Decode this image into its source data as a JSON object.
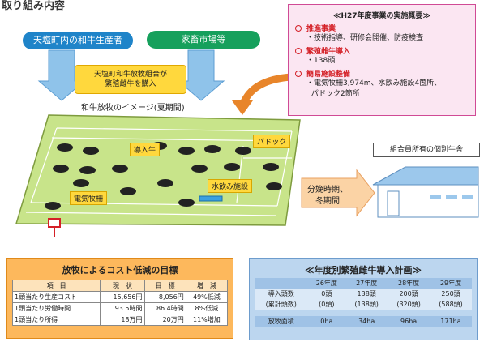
{
  "heading": "取り組み内容",
  "producers_label": "天塩町内の和牛生産者",
  "market_label": "家畜市場等",
  "bubble": {
    "line1": "天塩町和牛放牧組合が",
    "line2": "繁殖雌牛を購入"
  },
  "pasture_label": "和牛放牧のイメージ(夏期間)",
  "summary": {
    "title": "≪H27年度事業の実施概要≫",
    "sections": [
      {
        "heading": "推進事業",
        "items": [
          "技術指導、研修会開催、防疫検査"
        ]
      },
      {
        "heading": "繁殖雌牛導入",
        "items": [
          "138頭"
        ]
      },
      {
        "heading": "簡易施設整備",
        "items": [
          "電気牧柵3,974m、水飲み施設4箇所、",
          "パドック2箇所"
        ]
      }
    ]
  },
  "callouts": {
    "introduced_cattle": "導入牛",
    "paddock": "パドック",
    "water": "水飲み施設",
    "electric_fence": "電気牧柵"
  },
  "season_label": {
    "line1": "分娩時期、",
    "line2": "冬期間"
  },
  "barn_label": "組合員所有の個別牛舎",
  "cost_table": {
    "title": "放牧によるコスト低減の目標",
    "headers": [
      "項　目",
      "現　状",
      "目　標",
      "増　減"
    ],
    "rows": [
      [
        "1頭当たり生産コスト",
        "15,656円",
        "8,056円",
        "49%低減"
      ],
      [
        "1頭当たり労働時間",
        "93.5時間",
        "86.4時間",
        "8%低減"
      ],
      [
        "1頭当たり所得",
        "18万円",
        "20万円",
        "11%増加"
      ]
    ]
  },
  "plan_table": {
    "title": "≪年度別繁殖雌牛導入計画≫",
    "years": [
      "26年度",
      "27年度",
      "28年度",
      "29年度"
    ],
    "rows": [
      {
        "label": "導入頭数",
        "values": [
          "0頭",
          "138頭",
          "200頭",
          "250頭"
        ]
      },
      {
        "label": "(累計頭数)",
        "values": [
          "(0頭)",
          "(138頭)",
          "(320頭)",
          "(588頭)"
        ]
      },
      {
        "label": "放牧面積",
        "values": [
          "0ha",
          "34ha",
          "96ha",
          "171ha"
        ]
      }
    ]
  },
  "colors": {
    "pasture": "#c8e48a",
    "summary_border": "#d04a95",
    "arrow_blue": "#8fc3ea",
    "arrow_orange": "#e8852a"
  }
}
